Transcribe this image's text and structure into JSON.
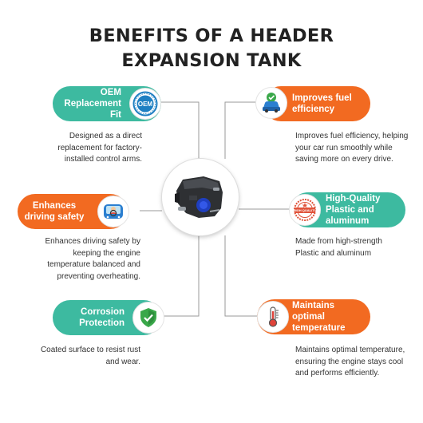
{
  "title": {
    "line1": "BENEFITS OF A HEADER",
    "line2": "EXPANSION TANK"
  },
  "benefits": [
    {
      "heading": "OEM Replacement Fit",
      "badge": "OEM",
      "text": "Designed as a direct replacement for factory-installed control arms.",
      "color": "#3dbaa0"
    },
    {
      "heading": "Improves fuel efficiency",
      "text": "Improves fuel efficiency, helping your car run smoothly while saving more on every drive.",
      "color": "#f26a21"
    },
    {
      "heading": "Enhances driving safety",
      "text": "Enhances driving safety by keeping the engine temperature balanced and preventing overheating.",
      "color": "#f26a21"
    },
    {
      "heading": "High-Quality Plastic and aluminum",
      "badge": "HIGH QUALITY",
      "text": "Made from high-strength Plastic and aluminum",
      "color": "#3dbaa0"
    },
    {
      "heading": "Corrosion Protection",
      "text": "Coated surface to resist rust and wear.",
      "color": "#3dbaa0"
    },
    {
      "heading": "Maintains optimal temperature",
      "text": "Maintains optimal temperature, ensuring the engine stays cool and performs efficiently.",
      "color": "#f26a21"
    }
  ],
  "icons": [
    "oem-badge-icon",
    "car-check-icon",
    "driver-icon",
    "quality-badge-icon",
    "shield-check-icon",
    "thermometer-icon"
  ]
}
